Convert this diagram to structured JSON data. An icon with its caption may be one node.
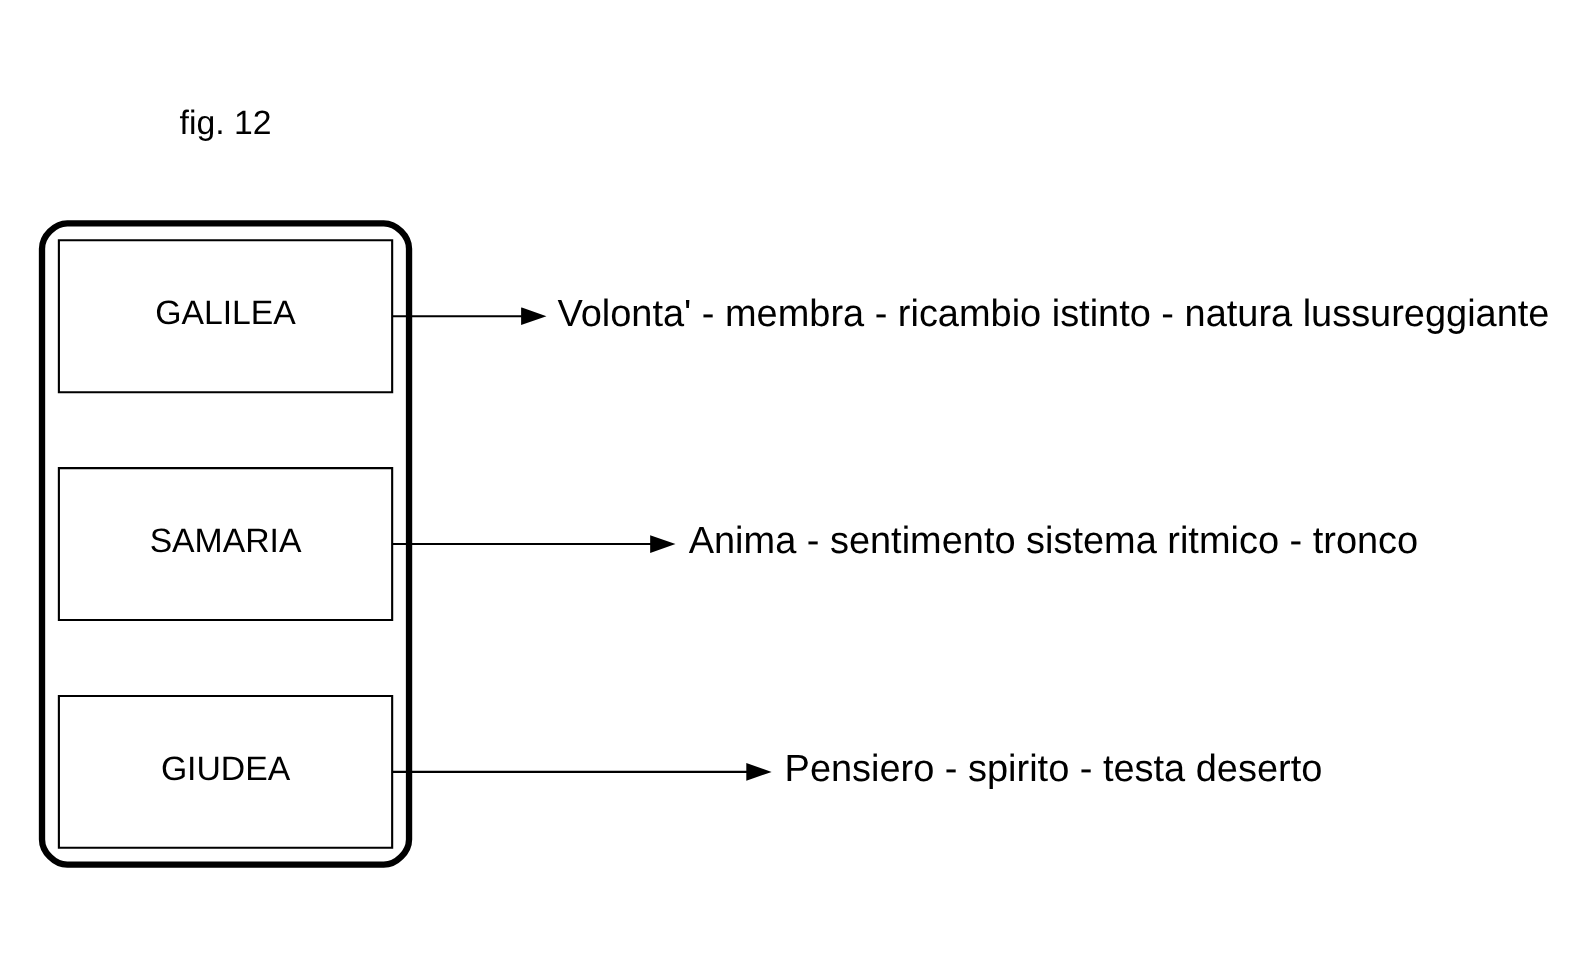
{
  "diagram": {
    "nodes": [
      {
        "text": [],
        "shape": "ellipse"
      },
      {
        "text": [
          "GALILEA"
        ],
        "in": 0
      },
      {
        "text": [
          "Volonta' - membra - ricambio istinto - natura lussureggiante"
        ]
      },
      {
        "text": [
          "SAMARIA"
        ],
        "in": 0
      },
      {
        "text": [
          "Anima - sentimento sistema ritmico - tronco"
        ]
      },
      {
        "text": [
          "GIUDEA"
        ],
        "in": 0
      },
      {
        "text": [
          "Pensiero - spirito - testa deserto"
        ]
      }
    ],
    "edges": [
      {
        "from": 1,
        "to": 2,
        "arrow": "to"
      },
      {
        "from": 3,
        "to": 4,
        "arrow": "to"
      },
      {
        "from": 5,
        "to": 6,
        "arrow": "to"
      }
    ],
    "labels": [
      "fig. 12"
    ]
  }
}
